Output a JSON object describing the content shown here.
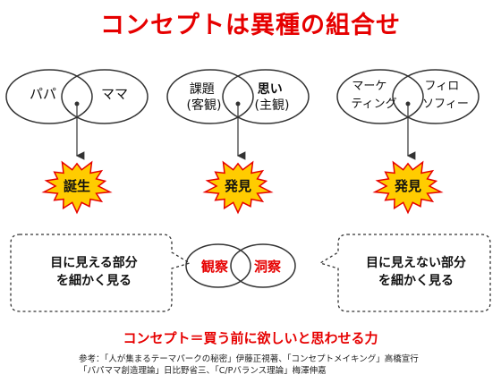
{
  "title": "コンセプトは異種の組合せ",
  "groups": [
    {
      "left": [
        "パパ"
      ],
      "right": [
        "ママ"
      ],
      "result": "誕生"
    },
    {
      "left": [
        "課題",
        "(客観)"
      ],
      "right": [
        "思い",
        "(主観)"
      ],
      "result": "発見"
    },
    {
      "left": [
        "マーケ",
        "ティング"
      ],
      "right": [
        "フィロ",
        "ソフィー"
      ],
      "result": "発見"
    }
  ],
  "bottom": {
    "left_bubble": [
      "目に見える部分",
      "を細かく見る"
    ],
    "right_bubble": [
      "目に見えない部分",
      "を細かく見る"
    ],
    "center_left": "観察",
    "center_right": "洞察"
  },
  "tagline": "コンセプト＝買う前に欲しいと思わせる力",
  "references": [
    "参考：「人が集まるテーマパークの秘密」伊藤正視著、「コンセプトメイキング」高橋宣行",
    "「パパママ創造理論」日比野省三、「C/Pバランス理論」梅澤伸嘉"
  ],
  "colors": {
    "accent": "#e60000",
    "burst_fill": "#ffcc00",
    "burst_stroke": "#e60000",
    "line": "#333333"
  }
}
